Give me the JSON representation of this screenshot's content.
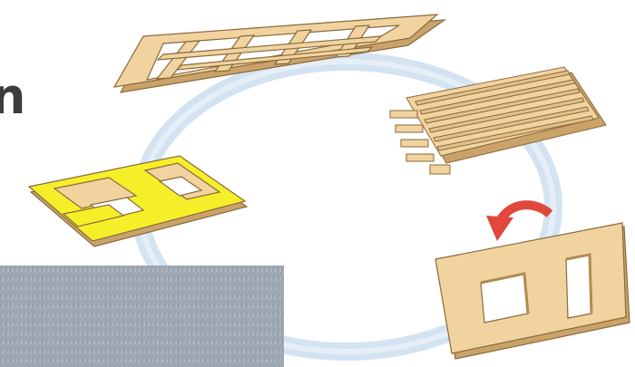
{
  "diagram": {
    "cropped_glyph": "n",
    "colors": {
      "wood": "#f1d3a0",
      "wood_edge": "#8a6a3c",
      "wood_dark": "#c9a36a",
      "cycle_ring": "#cfe0ef",
      "sheathing": "#f5ef2a",
      "arrow": "#e2473c",
      "photo": "#9aa6b3",
      "glyph": "#3c3c3c"
    },
    "components": [
      "truss-frame",
      "floor-joist-panel",
      "wall-frame-with-sheathing",
      "solid-wall-panel-with-openings",
      "flip-arrow",
      "photo-strip"
    ]
  }
}
